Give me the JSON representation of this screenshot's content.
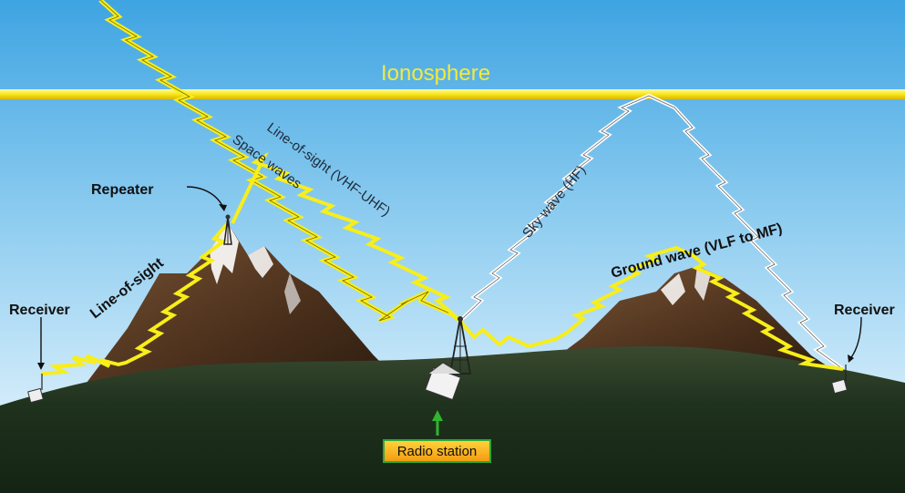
{
  "labels": {
    "ionosphere": "Ionosphere",
    "repeater": "Repeater",
    "receiver_left": "Receiver",
    "receiver_right": "Receiver",
    "line_of_sight": "Line-of-sight",
    "line_of_sight_vhf": "Line-of-sight (VHF-UHF)",
    "space_waves": "Space waves",
    "sky_wave": "Sky wave (HF)",
    "ground_wave": "Ground wave (VLF to MF)",
    "radio_station": "Radio station"
  },
  "colors": {
    "sky_top": "#3ea4e2",
    "sky_bottom": "#eef8ff",
    "ionosphere": "#f7e51b",
    "ground": "#1d2f1c",
    "mountain": "#5a3b24",
    "snow": "#ffffff",
    "wave_yellow": "#f7ee1b",
    "wave_white": "#ffffff",
    "arrow_green": "#2fb52f"
  }
}
